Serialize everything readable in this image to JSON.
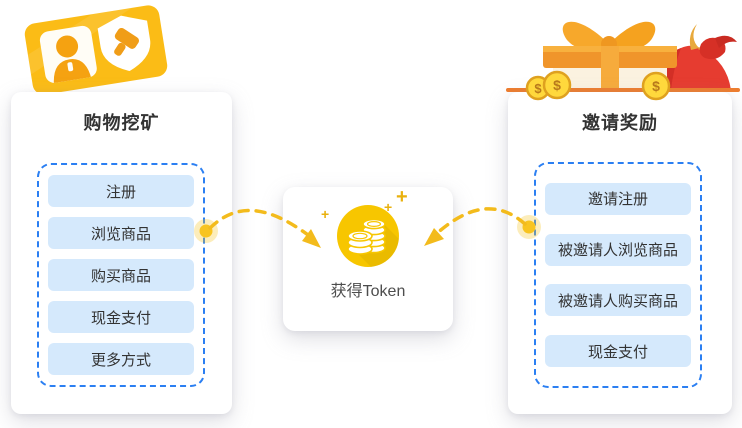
{
  "left_panel": {
    "title": "购物挖矿",
    "items": [
      "注册",
      "浏览商品",
      "购买商品",
      "现金支付",
      "更多方式"
    ]
  },
  "center": {
    "label": "获得Token",
    "sparkle_glyph": "+"
  },
  "right_panel": {
    "title": "邀请奖励",
    "items": [
      "邀请注册",
      "被邀请人浏览商品",
      "被邀请人购买商品",
      "现金支付"
    ]
  },
  "icons": {
    "left_header": "id-card-mining-icon",
    "center": "coin-stack-icon",
    "right_header": [
      "gift-box-icon",
      "money-bag-icon",
      "dollar-coin-icon"
    ]
  },
  "colors": {
    "accent_blue": "#2b7ff2",
    "chip_blue": "#d5e9fc",
    "gold": "#f7c600",
    "card_gold": "#fbbc16",
    "arrow_yellow": "#f3bb1c",
    "orange": "#ee7d2e",
    "bag_red": "#e63c30",
    "text_dark": "#333333"
  }
}
